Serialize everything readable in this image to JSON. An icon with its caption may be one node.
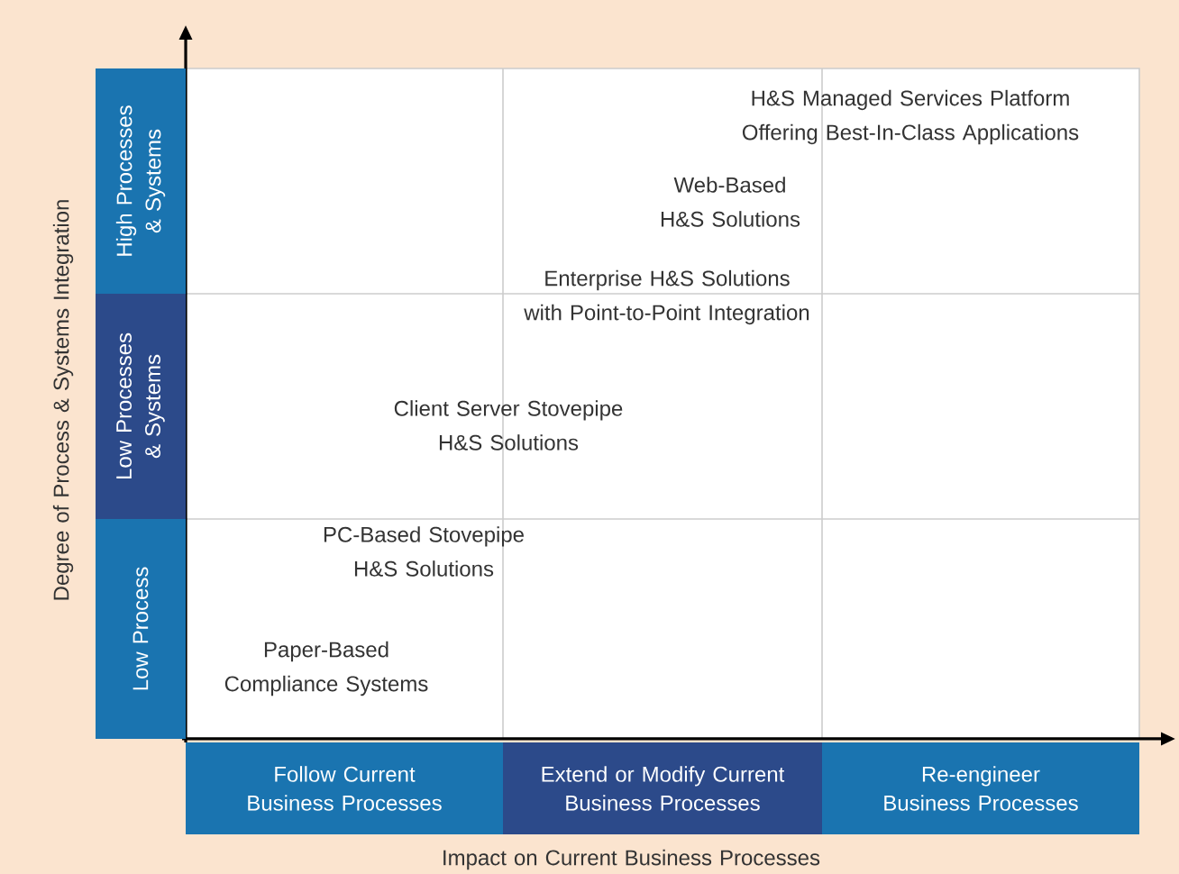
{
  "diagram": {
    "nodes": [
      {
        "text": [
          "High Processes & Systems"
        ]
      },
      {
        "text": [
          "Low Processes & Systems"
        ]
      },
      {
        "text": [
          "Low Process"
        ]
      },
      {
        "text": [
          "Follow Current Business Processes"
        ]
      },
      {
        "text": [
          "Extend or Modify Current Business Processes"
        ]
      },
      {
        "text": [
          "Re-engineer Business Processes"
        ]
      }
    ],
    "labels": [
      "Degree of Process & Systems Integration",
      "H&S Managed Services Platform Offering Best-In-Class Applications",
      "Web-Based H&S Solutions",
      "Enterprise H&S Solutions with Point-to-Point Integration",
      "Client Server Stovepipe H&S Solutions",
      "PC-Based Stovepipe H&S Solutions",
      "Paper-Based Compliance Systems",
      "Impact on Current Business Processes"
    ]
  }
}
